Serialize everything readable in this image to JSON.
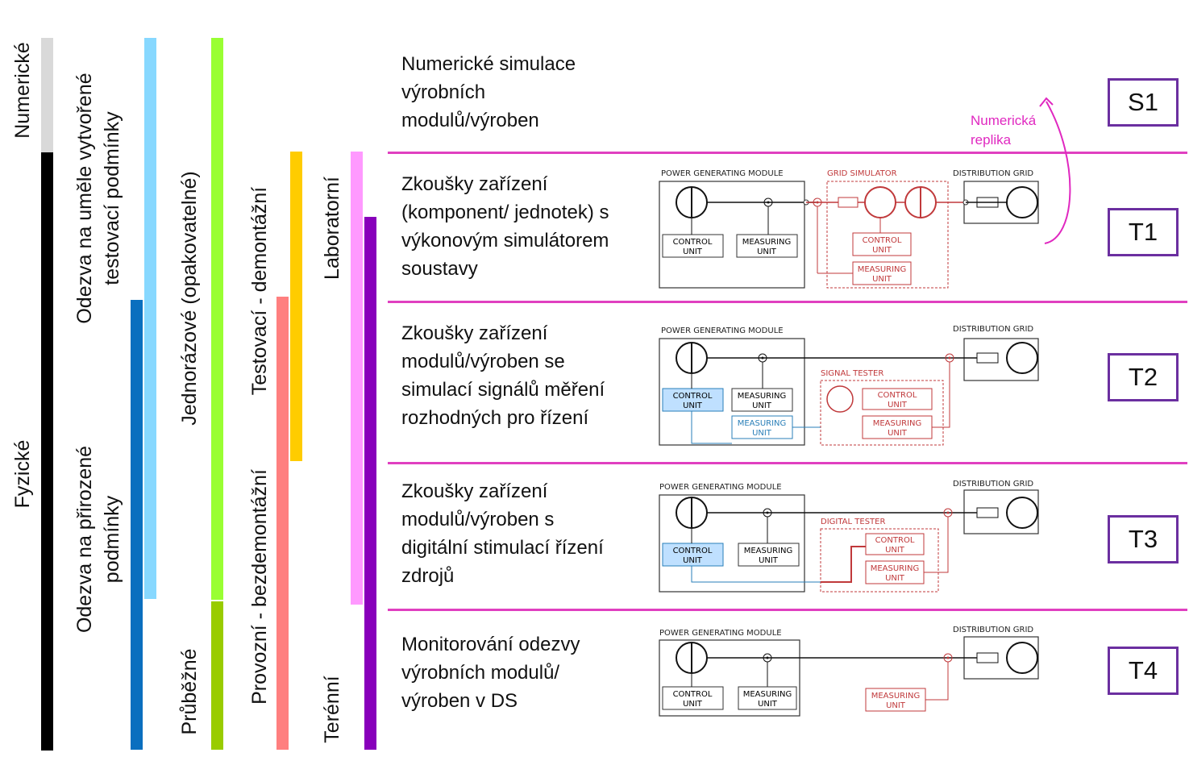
{
  "columns": {
    "numericke": "Numerické",
    "fyzicke": "Fyzické",
    "umele": "Odezva na uměle vytvořené\ntestovací podmínky",
    "prirozene": "Odezva na přirozené\npodmínky",
    "jednorazove": "Jednorázové (opakovatelné)",
    "prubezne": "Průběžné",
    "testovaci": "Testovací - demontážní",
    "provozni": "Provozní - bezdemontážní",
    "laboratorni": "Laboratorní",
    "terenni": "Terénní"
  },
  "rows": [
    {
      "text": "Numerické simulace\nvýrobních\nmodulů/výroben",
      "code": "S1"
    },
    {
      "text": "Zkoušky zařízení\n(komponent/ jednotek) s\nvýkonovým simulátorem\nsoustavy",
      "code": "T1"
    },
    {
      "text": "Zkoušky zařízení\nmodulů/výroben se\nsimulací signálů měření\nrozhodných pro řízení",
      "code": "T2"
    },
    {
      "text": "Zkoušky zařízení\nmodulů/výroben s\ndigitální stimulací řízení\nzdrojů",
      "code": "T3"
    },
    {
      "text": "Monitorování odezvy\nvýrobních modulů/\nvýroben v DS",
      "code": "T4"
    }
  ],
  "replica_label": "Numerická\nreplika",
  "diagram": {
    "pgm": "POWER GENERATING MODULE",
    "grid": "DISTRIBUTION GRID",
    "grid_sim": "GRID SIMULATOR",
    "signal_tester": "SIGNAL TESTER",
    "digital_tester": "DIGITAL TESTER",
    "control1": "CONTROL",
    "control2": "UNIT",
    "measuring1": "MEASURING",
    "measuring2": "UNIT"
  },
  "colors": {
    "gray": "#d9d9d9",
    "black": "#000000",
    "lightblue": "#87d8ff",
    "blue": "#0a6fbf",
    "lime": "#99ff33",
    "olive": "#99cc00",
    "yellow": "#ffcc00",
    "salmon": "#ff7f7f",
    "pink": "#ff99ff",
    "purple": "#8800bb",
    "magenta": "#e040c0",
    "box": "#6b2fa0",
    "red": "#c0393b"
  }
}
